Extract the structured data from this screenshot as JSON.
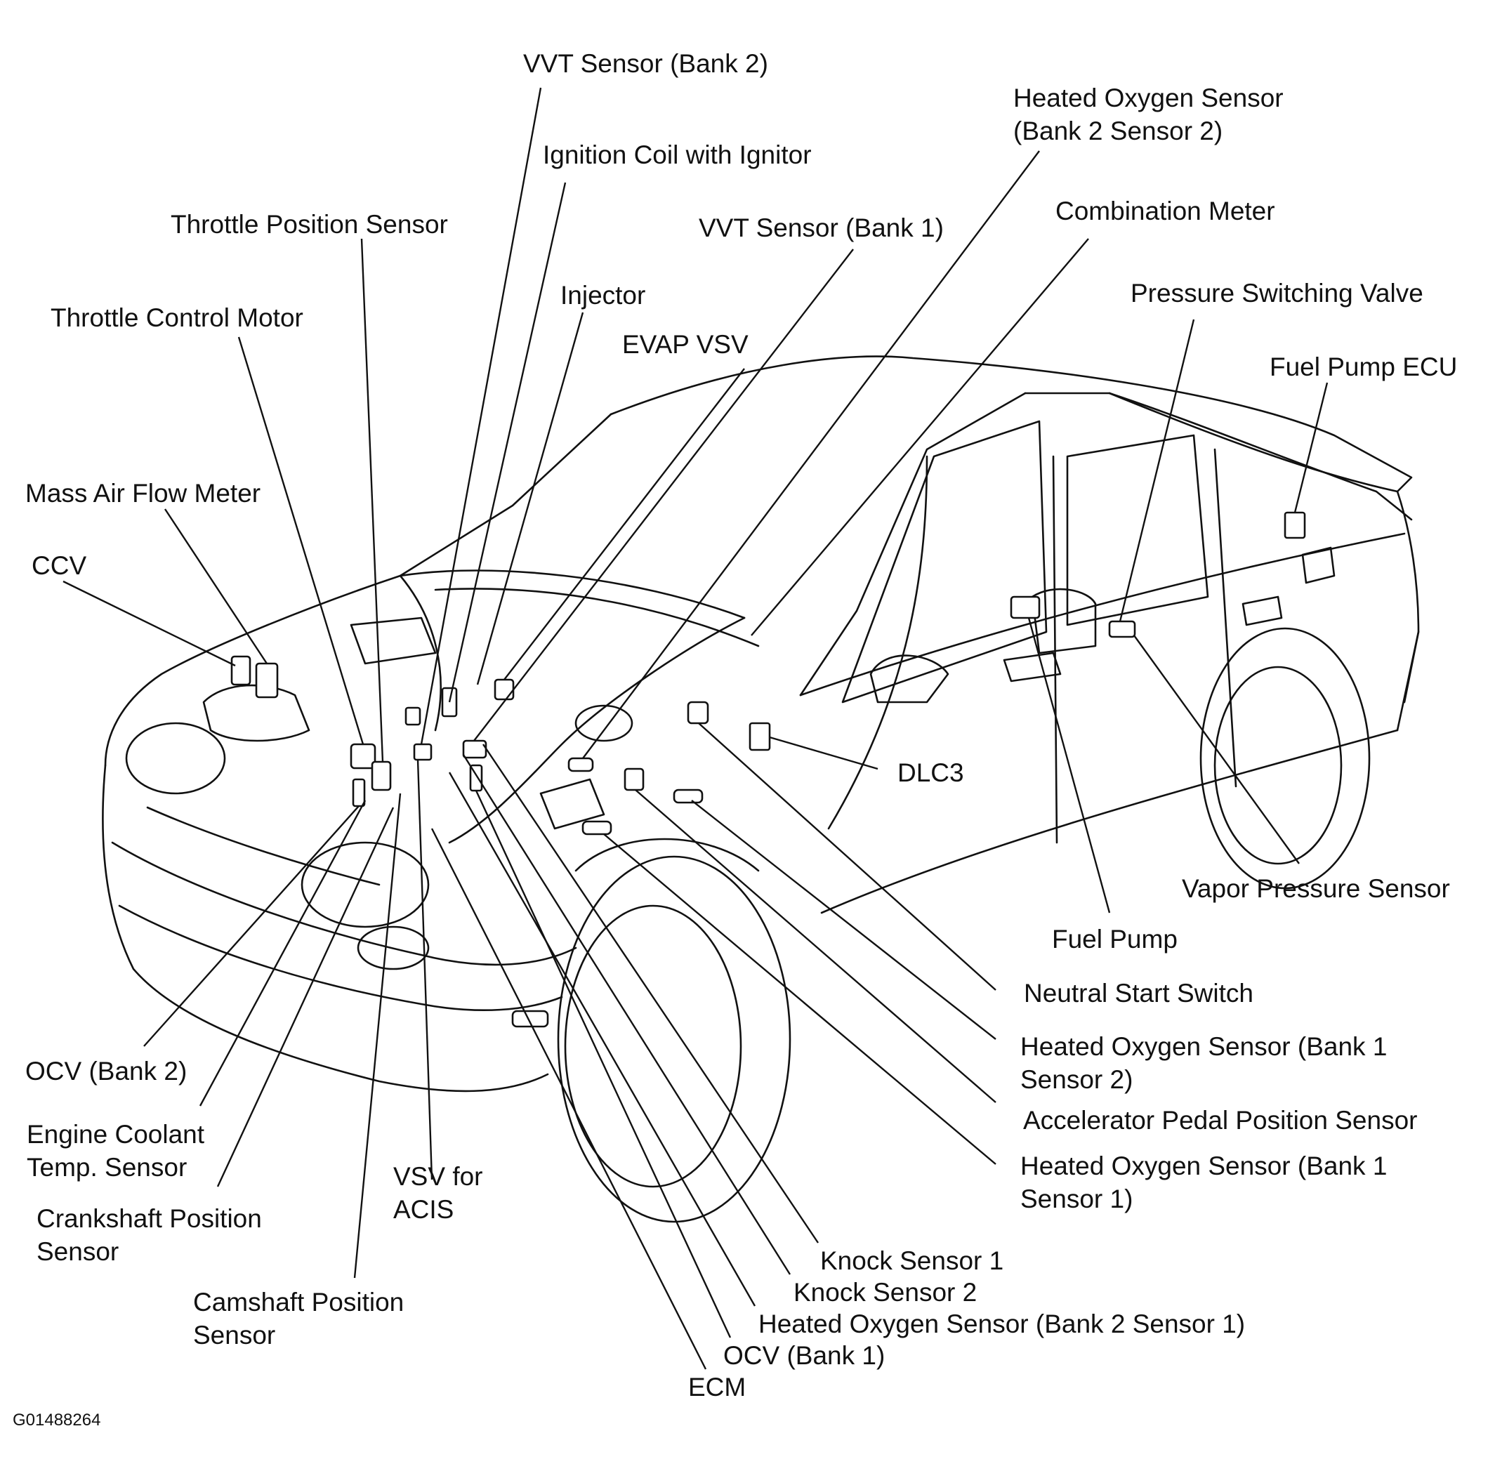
{
  "figure_code": "G01488264",
  "labels": {
    "vvt_sensor_bank2": "VVT Sensor (Bank 2)",
    "heated_o2_b2s2": [
      "Heated Oxygen Sensor",
      "(Bank 2 Sensor 2)"
    ],
    "ignition_coil": "Ignition Coil with Ignitor",
    "throttle_position_sensor": "Throttle Position Sensor",
    "vvt_sensor_bank1": "VVT Sensor (Bank 1)",
    "combination_meter": "Combination Meter",
    "injector": "Injector",
    "pressure_switching_valve": "Pressure Switching Valve",
    "throttle_control_motor": "Throttle Control Motor",
    "evap_vsv": "EVAP VSV",
    "fuel_pump_ecu": "Fuel Pump ECU",
    "mass_air_flow_meter": "Mass Air Flow Meter",
    "ccv": "CCV",
    "dlc3": "DLC3",
    "vapor_pressure_sensor": "Vapor Pressure Sensor",
    "fuel_pump": "Fuel Pump",
    "neutral_start_switch": "Neutral Start Switch",
    "heated_o2_b1s2": [
      "Heated Oxygen Sensor (Bank 1",
      "Sensor 2)"
    ],
    "accelerator_pedal": "Accelerator Pedal Position Sensor",
    "heated_o2_b1s1": [
      "Heated Oxygen Sensor (Bank 1",
      "Sensor 1)"
    ],
    "ocv_bank2": "OCV (Bank 2)",
    "engine_coolant": [
      "Engine Coolant",
      "Temp. Sensor"
    ],
    "vsv_acis": [
      "VSV for",
      "ACIS"
    ],
    "crankshaft": [
      "Crankshaft Position",
      "Sensor"
    ],
    "camshaft": [
      "Camshaft Position",
      "Sensor"
    ],
    "knock_sensor_1": "Knock Sensor 1",
    "knock_sensor_2": "Knock Sensor 2",
    "heated_o2_b2s1": "Heated Oxygen Sensor (Bank 2 Sensor 1)",
    "ocv_bank1": "OCV (Bank 1)",
    "ecm": "ECM"
  }
}
